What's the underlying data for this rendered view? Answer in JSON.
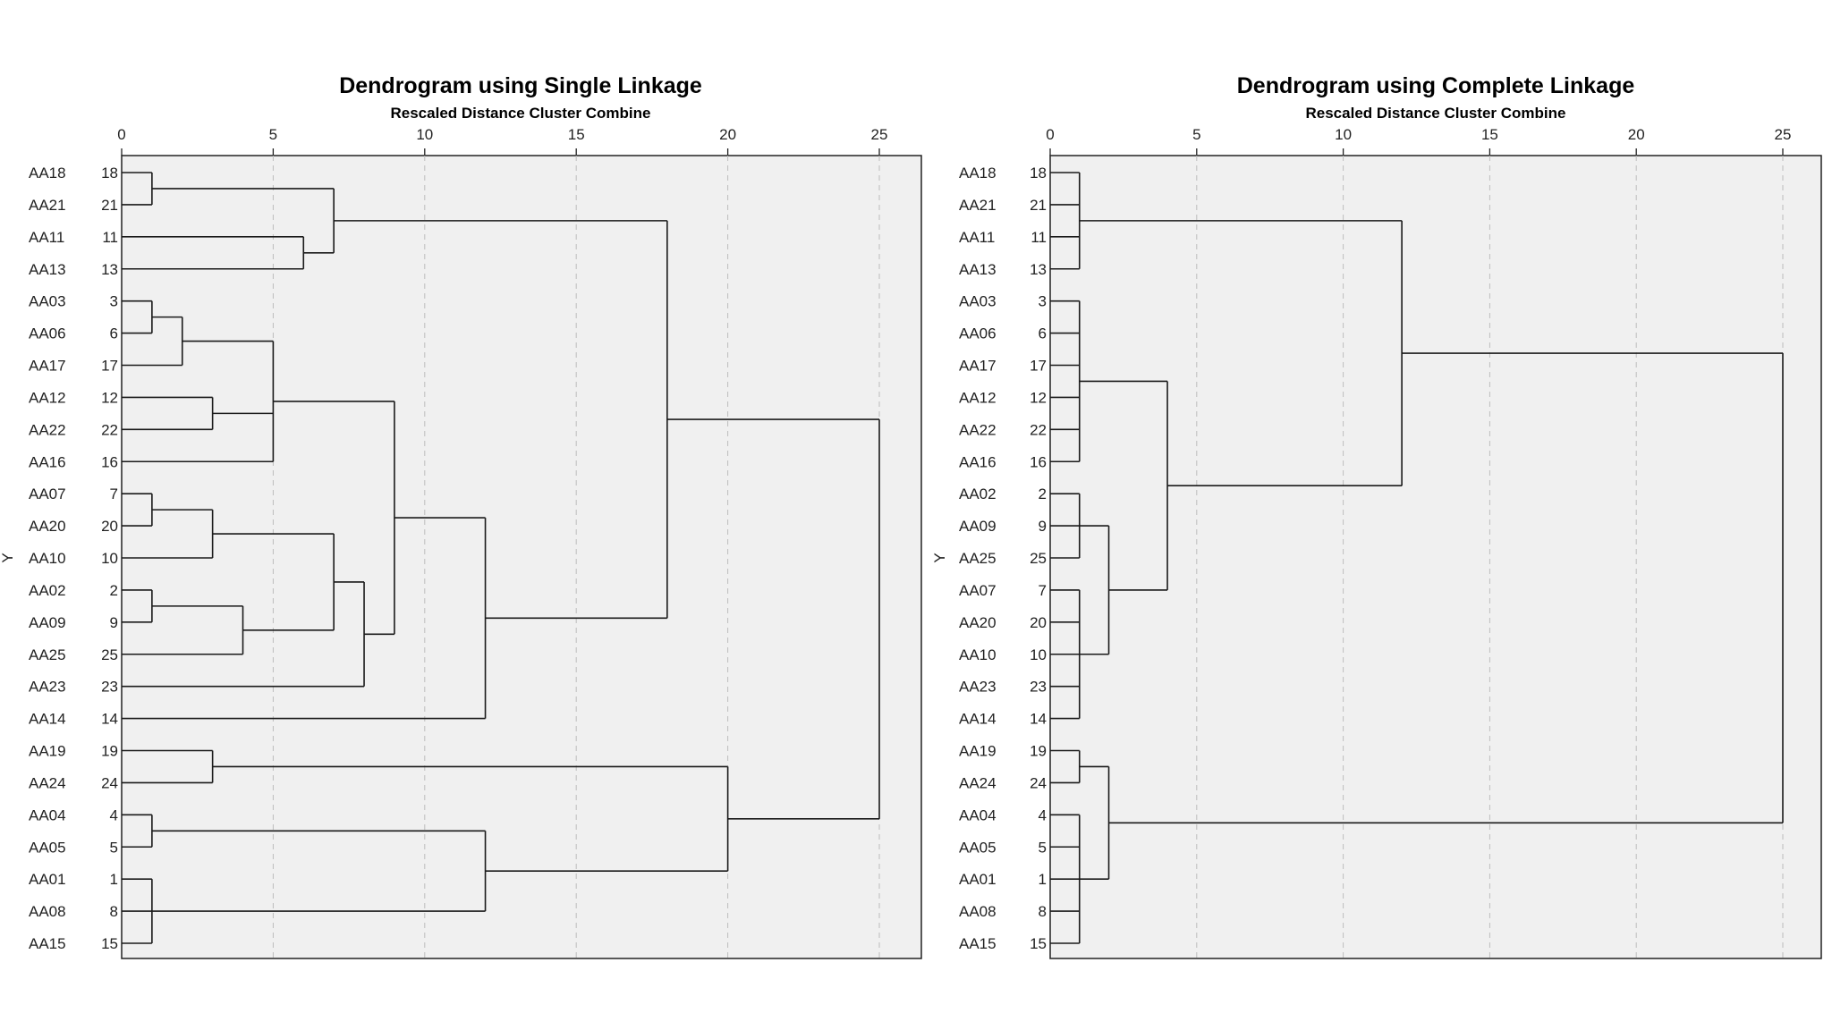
{
  "chart_data": [
    {
      "type": "dendrogram",
      "title": "Dendrogram using Single Linkage",
      "xlabel": "Rescaled Distance Cluster Combine",
      "ylabel": "Y",
      "xlim": [
        0,
        25
      ],
      "xticks": [
        0,
        5,
        10,
        15,
        20,
        25
      ],
      "grid": true,
      "leaves": [
        {
          "label": "AA18",
          "id": "18"
        },
        {
          "label": "AA21",
          "id": "21"
        },
        {
          "label": "AA11",
          "id": "11"
        },
        {
          "label": "AA13",
          "id": "13"
        },
        {
          "label": "AA03",
          "id": "3"
        },
        {
          "label": "AA06",
          "id": "6"
        },
        {
          "label": "AA17",
          "id": "17"
        },
        {
          "label": "AA12",
          "id": "12"
        },
        {
          "label": "AA22",
          "id": "22"
        },
        {
          "label": "AA16",
          "id": "16"
        },
        {
          "label": "AA07",
          "id": "7"
        },
        {
          "label": "AA20",
          "id": "20"
        },
        {
          "label": "AA10",
          "id": "10"
        },
        {
          "label": "AA02",
          "id": "2"
        },
        {
          "label": "AA09",
          "id": "9"
        },
        {
          "label": "AA25",
          "id": "25"
        },
        {
          "label": "AA23",
          "id": "23"
        },
        {
          "label": "AA14",
          "id": "14"
        },
        {
          "label": "AA19",
          "id": "19"
        },
        {
          "label": "AA24",
          "id": "24"
        },
        {
          "label": "AA04",
          "id": "4"
        },
        {
          "label": "AA05",
          "id": "5"
        },
        {
          "label": "AA01",
          "id": "1"
        },
        {
          "label": "AA08",
          "id": "8"
        },
        {
          "label": "AA15",
          "id": "15"
        }
      ],
      "merges": [
        {
          "children": [
            [
              0
            ],
            [
              1
            ]
          ],
          "distance": 1
        },
        {
          "children": [
            [
              2
            ],
            [
              3
            ]
          ],
          "distance": 6
        },
        {
          "children": [
            [
              "m",
              0
            ],
            [
              "m",
              1
            ]
          ],
          "distance": 7
        },
        {
          "children": [
            [
              4
            ],
            [
              5
            ]
          ],
          "distance": 1
        },
        {
          "children": [
            [
              "m",
              3
            ],
            [
              6
            ]
          ],
          "distance": 2
        },
        {
          "children": [
            [
              7
            ],
            [
              8
            ]
          ],
          "distance": 3
        },
        {
          "children": [
            [
              "m",
              4
            ],
            [
              "m",
              5
            ],
            [
              9
            ]
          ],
          "distance": 5
        },
        {
          "children": [
            [
              10
            ],
            [
              11
            ]
          ],
          "distance": 1
        },
        {
          "children": [
            [
              "m",
              7
            ],
            [
              12
            ]
          ],
          "distance": 3
        },
        {
          "children": [
            [
              13
            ],
            [
              14
            ]
          ],
          "distance": 1
        },
        {
          "children": [
            [
              "m",
              9
            ],
            [
              15
            ]
          ],
          "distance": 4
        },
        {
          "children": [
            [
              "m",
              8
            ],
            [
              "m",
              10
            ]
          ],
          "distance": 7
        },
        {
          "children": [
            [
              "m",
              11
            ],
            [
              16
            ]
          ],
          "distance": 8
        },
        {
          "children": [
            [
              "m",
              6
            ],
            [
              "m",
              12
            ]
          ],
          "distance": 9
        },
        {
          "children": [
            [
              "m",
              13
            ],
            [
              17
            ]
          ],
          "distance": 12
        },
        {
          "children": [
            [
              "m",
              2
            ],
            [
              "m",
              14
            ]
          ],
          "distance": 18
        },
        {
          "children": [
            [
              18
            ],
            [
              19
            ]
          ],
          "distance": 3
        },
        {
          "children": [
            [
              20
            ],
            [
              21
            ]
          ],
          "distance": 1
        },
        {
          "children": [
            [
              22
            ],
            [
              23
            ],
            [
              24
            ]
          ],
          "distance": 1
        },
        {
          "children": [
            [
              "m",
              17
            ],
            [
              "m",
              18
            ]
          ],
          "distance": 12
        },
        {
          "children": [
            [
              "m",
              16
            ],
            [
              "m",
              19
            ]
          ],
          "distance": 20
        },
        {
          "children": [
            [
              "m",
              15
            ],
            [
              "m",
              20
            ]
          ],
          "distance": 25
        }
      ]
    },
    {
      "type": "dendrogram",
      "title": "Dendrogram using Complete Linkage",
      "xlabel": "Rescaled Distance Cluster Combine",
      "ylabel": "Y",
      "xlim": [
        0,
        25
      ],
      "xticks": [
        0,
        5,
        10,
        15,
        20,
        25
      ],
      "grid": true,
      "leaves": [
        {
          "label": "AA18",
          "id": "18"
        },
        {
          "label": "AA21",
          "id": "21"
        },
        {
          "label": "AA11",
          "id": "11"
        },
        {
          "label": "AA13",
          "id": "13"
        },
        {
          "label": "AA03",
          "id": "3"
        },
        {
          "label": "AA06",
          "id": "6"
        },
        {
          "label": "AA17",
          "id": "17"
        },
        {
          "label": "AA12",
          "id": "12"
        },
        {
          "label": "AA22",
          "id": "22"
        },
        {
          "label": "AA16",
          "id": "16"
        },
        {
          "label": "AA02",
          "id": "2"
        },
        {
          "label": "AA09",
          "id": "9"
        },
        {
          "label": "AA25",
          "id": "25"
        },
        {
          "label": "AA07",
          "id": "7"
        },
        {
          "label": "AA20",
          "id": "20"
        },
        {
          "label": "AA10",
          "id": "10"
        },
        {
          "label": "AA23",
          "id": "23"
        },
        {
          "label": "AA14",
          "id": "14"
        },
        {
          "label": "AA19",
          "id": "19"
        },
        {
          "label": "AA24",
          "id": "24"
        },
        {
          "label": "AA04",
          "id": "4"
        },
        {
          "label": "AA05",
          "id": "5"
        },
        {
          "label": "AA01",
          "id": "1"
        },
        {
          "label": "AA08",
          "id": "8"
        },
        {
          "label": "AA15",
          "id": "15"
        }
      ],
      "merges": [
        {
          "children": [
            [
              0
            ],
            [
              1
            ],
            [
              2
            ],
            [
              3
            ]
          ],
          "distance": 1
        },
        {
          "children": [
            [
              4
            ],
            [
              5
            ],
            [
              6
            ],
            [
              7
            ],
            [
              8
            ],
            [
              9
            ]
          ],
          "distance": 1
        },
        {
          "children": [
            [
              10
            ],
            [
              11
            ],
            [
              12
            ]
          ],
          "distance": 1
        },
        {
          "children": [
            [
              13
            ],
            [
              14
            ],
            [
              15
            ],
            [
              16
            ],
            [
              17
            ]
          ],
          "distance": 1
        },
        {
          "children": [
            [
              "m",
              2
            ],
            [
              "m",
              3
            ]
          ],
          "distance": 2
        },
        {
          "children": [
            [
              "m",
              1
            ],
            [
              "m",
              4
            ]
          ],
          "distance": 4
        },
        {
          "children": [
            [
              "m",
              0
            ],
            [
              "m",
              5
            ]
          ],
          "distance": 12
        },
        {
          "children": [
            [
              18
            ],
            [
              19
            ]
          ],
          "distance": 1
        },
        {
          "children": [
            [
              20
            ],
            [
              21
            ],
            [
              22
            ],
            [
              23
            ],
            [
              24
            ]
          ],
          "distance": 1
        },
        {
          "children": [
            [
              "m",
              7
            ],
            [
              "m",
              8
            ]
          ],
          "distance": 2
        },
        {
          "children": [
            [
              "m",
              6
            ],
            [
              "m",
              9
            ]
          ],
          "distance": 25
        }
      ]
    }
  ]
}
